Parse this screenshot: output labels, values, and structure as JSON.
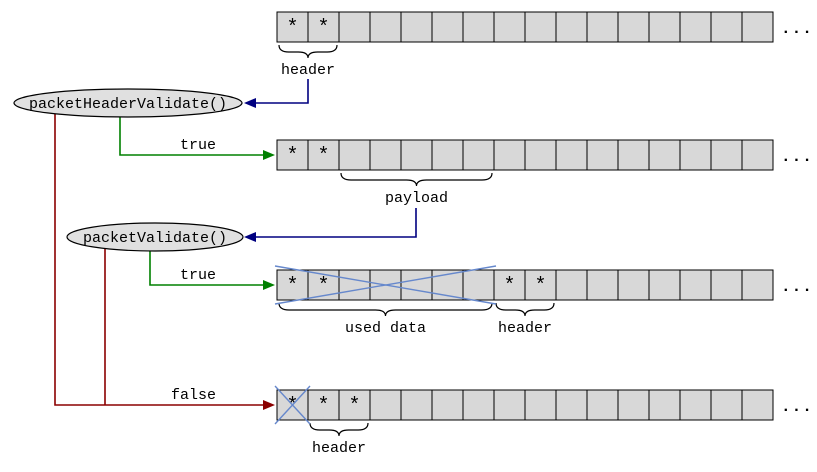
{
  "nodes": {
    "packet_header_validate": {
      "label": "packetHeaderValidate()"
    },
    "packet_validate": {
      "label": "packetValidate()"
    }
  },
  "edges": {
    "header_to_header_validate": {
      "label": "",
      "color": "#000080"
    },
    "payload_to_packet_validate": {
      "label": "",
      "color": "#000080"
    },
    "true_top": {
      "label": "true",
      "color": "#008000"
    },
    "true_bottom": {
      "label": "true",
      "color": "#008000"
    },
    "false_bottom": {
      "label": "false",
      "color": "#8b0000"
    }
  },
  "rows": [
    {
      "name": "incoming-packet",
      "cells": [
        "*",
        "*",
        "",
        "",
        "",
        "",
        "",
        "",
        "",
        "",
        "",
        "",
        "",
        "",
        "",
        ""
      ],
      "ellipsis": "...",
      "braces": [
        {
          "from": 0,
          "to": 1,
          "label": "header"
        }
      ],
      "crosses": []
    },
    {
      "name": "header-validated-packet",
      "cells": [
        "*",
        "*",
        "",
        "",
        "",
        "",
        "",
        "",
        "",
        "",
        "",
        "",
        "",
        "",
        "",
        ""
      ],
      "ellipsis": "...",
      "braces": [
        {
          "from": 2,
          "to": 6,
          "label": "payload"
        }
      ],
      "crosses": []
    },
    {
      "name": "packet-consumed",
      "cells": [
        "*",
        "*",
        "",
        "",
        "",
        "",
        "",
        "*",
        "*",
        "",
        "",
        "",
        "",
        "",
        "",
        ""
      ],
      "ellipsis": "...",
      "braces": [
        {
          "from": 0,
          "to": 6,
          "label": "used data"
        },
        {
          "from": 7,
          "to": 8,
          "label": "header"
        }
      ],
      "crosses": [
        {
          "from": 0,
          "to": 6
        }
      ]
    },
    {
      "name": "invalid-header-skip-byte",
      "cells": [
        "*",
        "*",
        "*",
        "",
        "",
        "",
        "",
        "",
        "",
        "",
        "",
        "",
        "",
        "",
        "",
        ""
      ],
      "ellipsis": "...",
      "braces": [
        {
          "from": 1,
          "to": 2,
          "label": "header"
        }
      ],
      "crosses": [
        {
          "from": 0,
          "to": 0
        }
      ]
    }
  ],
  "colors": {
    "cell_fill": "#d8d8d8",
    "cell_border": "#000000",
    "node_fill": "#e0e0e0",
    "node_border": "#000000",
    "true_green": "#008000",
    "false_maroon": "#8b0000",
    "pointer_navy": "#000080",
    "cross_blue": "#6688cc",
    "text": "#000000",
    "background": "#ffffff"
  }
}
